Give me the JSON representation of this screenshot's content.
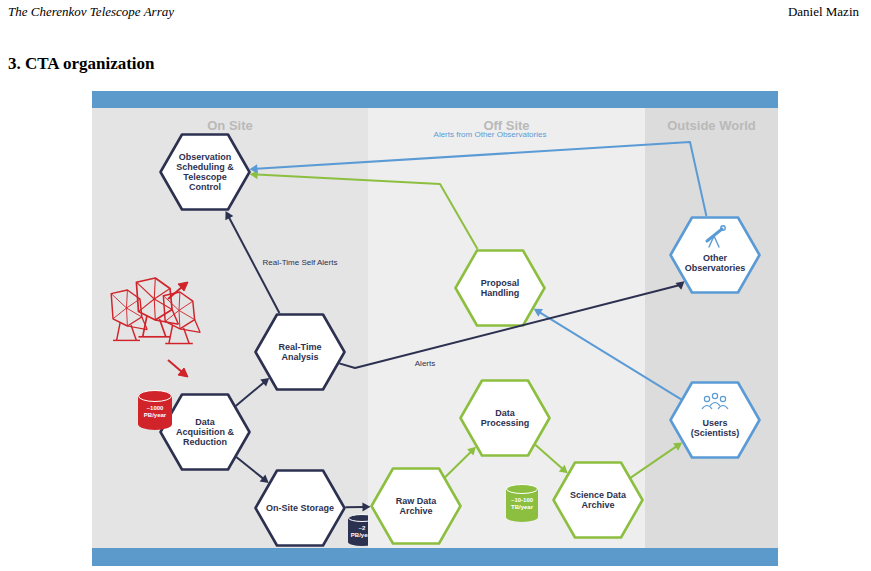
{
  "diagram": {
    "title": "3. CTA organization",
    "nodes": [
      {
        "text": [
          "On Site"
        ]
      },
      {
        "text": [
          "Observation Scheduling & Telescope Control"
        ],
        "in": 0
      },
      {
        "text": [
          "Real-Time Analysis"
        ],
        "in": 0
      },
      {
        "text": [
          "Data Acquisition & Reduction"
        ],
        "in": 0
      },
      {
        "text": [
          "~1000 PB/year"
        ],
        "in": 0
      },
      {
        "text": [
          "On-Site Storage"
        ],
        "in": 0
      },
      {
        "text": [
          "~2 PB/year"
        ],
        "in": 0
      },
      {
        "text": [
          "Off Site"
        ]
      },
      {
        "text": [
          "Proposal Handling"
        ],
        "in": 7
      },
      {
        "text": [
          "Raw Data Archive"
        ],
        "in": 7
      },
      {
        "text": [
          "Data Processing"
        ],
        "in": 7
      },
      {
        "text": [
          "~10-100 TB/year"
        ],
        "in": 7
      },
      {
        "text": [
          "Science Data Archive"
        ],
        "in": 7
      },
      {
        "text": [
          "Outside World"
        ]
      },
      {
        "text": [
          "Other Observatories"
        ],
        "in": 13
      },
      {
        "text": [
          "Users (Scientists)"
        ],
        "in": 13
      }
    ],
    "edges": [
      {
        "from": 2,
        "to": 1,
        "label": "Real-Time Self Alerts",
        "arrow": "to"
      },
      {
        "from": 3,
        "to": 2,
        "arrow": "to"
      },
      {
        "from": 3,
        "to": 5,
        "arrow": "to"
      },
      {
        "from": 5,
        "to": 9,
        "arrow": "to"
      },
      {
        "from": 9,
        "to": 10,
        "arrow": "to"
      },
      {
        "from": 10,
        "to": 12,
        "arrow": "to"
      },
      {
        "from": 12,
        "to": 15,
        "arrow": "to"
      },
      {
        "from": 15,
        "to": 8,
        "arrow": "to"
      },
      {
        "from": 8,
        "to": 1,
        "arrow": "to"
      },
      {
        "from": 14,
        "to": 1,
        "label": "Alerts from Other Observatories",
        "arrow": "to"
      },
      {
        "from": 2,
        "to": 14,
        "label": "Alerts",
        "arrow": "to"
      }
    ],
    "labels": [
      "The Cherenkov Telescope Array",
      "Daniel Mazin"
    ]
  }
}
